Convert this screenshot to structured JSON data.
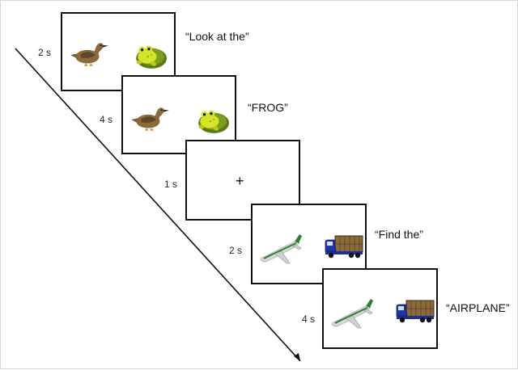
{
  "trials": [
    {
      "duration": "2 s",
      "speech": "“Look at the”",
      "left_image": "duck-icon",
      "right_image": "frog-icon"
    },
    {
      "duration": "4 s",
      "speech": "“FROG”",
      "left_image": "duck-icon",
      "right_image": "frog-icon"
    },
    {
      "duration": "1 s",
      "fixation": "+"
    },
    {
      "duration": "2 s",
      "speech": "“Find the”",
      "left_image": "airplane-icon",
      "right_image": "truck-icon"
    },
    {
      "duration": "4 s",
      "speech": "“AIRPLANE”",
      "left_image": "airplane-icon",
      "right_image": "truck-icon"
    }
  ],
  "colors": {
    "duck": "#8a6a3c",
    "frog": "#c8d81e",
    "airplane_body": "#d9d9d9",
    "airplane_stripe": "#2e7d32",
    "truck_cab": "#2235a8",
    "truck_cargo": "#8b6a3e"
  }
}
